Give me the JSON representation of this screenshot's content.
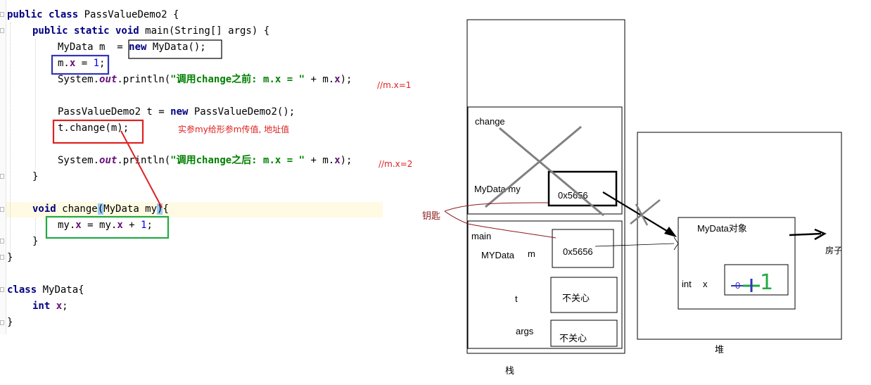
{
  "code": {
    "lines": {
      "l1": {
        "kw": "public class",
        "rest": " PassValueDemo2 {"
      },
      "l2": {
        "kw": "public static void",
        "rest": " main(String[] args) {"
      },
      "l3a": "MyData m  = ",
      "l3kw": "new",
      "l3b": " MyData();",
      "l4a": "m.",
      "l4f": "x",
      "l4b": " = ",
      "l4n": "1",
      "l4c": ";",
      "l5a": "System.",
      "l5s": "out",
      "l5b": ".println(",
      "l5str": "\"调用change之前: m.x = \"",
      "l5c": " + m.",
      "l5f": "x",
      "l5d": ");",
      "l7a": "PassValueDemo2 t = ",
      "l7kw": "new",
      "l7b": " PassValueDemo2();",
      "l8": "t.change(m);",
      "l10a": "System.",
      "l10s": "out",
      "l10b": ".println(",
      "l10str": "\"调用change之后: m.x = \"",
      "l10c": " + m.",
      "l10f": "x",
      "l10d": ");",
      "l11": "}",
      "l13kw": "void",
      "l13a": " change",
      "l13p1": "(",
      "l13b": "MyData my",
      "l13p2": ")",
      "l13c": "{",
      "l14a": "my.",
      "l14f1": "x",
      "l14b": " = my.",
      "l14f2": "x",
      "l14c": " + ",
      "l14n": "1",
      "l14d": ";",
      "l15": "}",
      "l16": "}",
      "l18kw": "class",
      "l18rest": " MyData{",
      "l19kw": "int",
      "l19f": "x",
      "l19c": ";",
      "l20": "}"
    }
  },
  "annotations": {
    "mx1": "//m.x=1",
    "mx2": "//m.x=2",
    "note": "实参my给形参m传值, 地址值",
    "key": "钥匙"
  },
  "diagram": {
    "stack_label": "栈",
    "heap_label": "堆",
    "change_frame": "change",
    "change_var": "MyData my",
    "change_addr": "0x5656",
    "main_frame": "main",
    "main_m_type": "MYData",
    "main_m_name": "m",
    "main_m_addr": "0x5656",
    "main_t": "t",
    "main_t_value": "不关心",
    "main_args": "args",
    "main_args_value": "不关心",
    "object_title": "MyData对象",
    "field_type": "int",
    "field_name": "x",
    "field_old_value": "0",
    "field_new_value": "1",
    "house": "房子"
  },
  "colors": {
    "keyword": "#000080",
    "field": "#660e7a",
    "string": "#008000",
    "number": "#0000ff",
    "annotation_red": "#e02020",
    "box_blue": "#3333bb",
    "box_red": "#dd2222",
    "box_green": "#22aa44"
  }
}
